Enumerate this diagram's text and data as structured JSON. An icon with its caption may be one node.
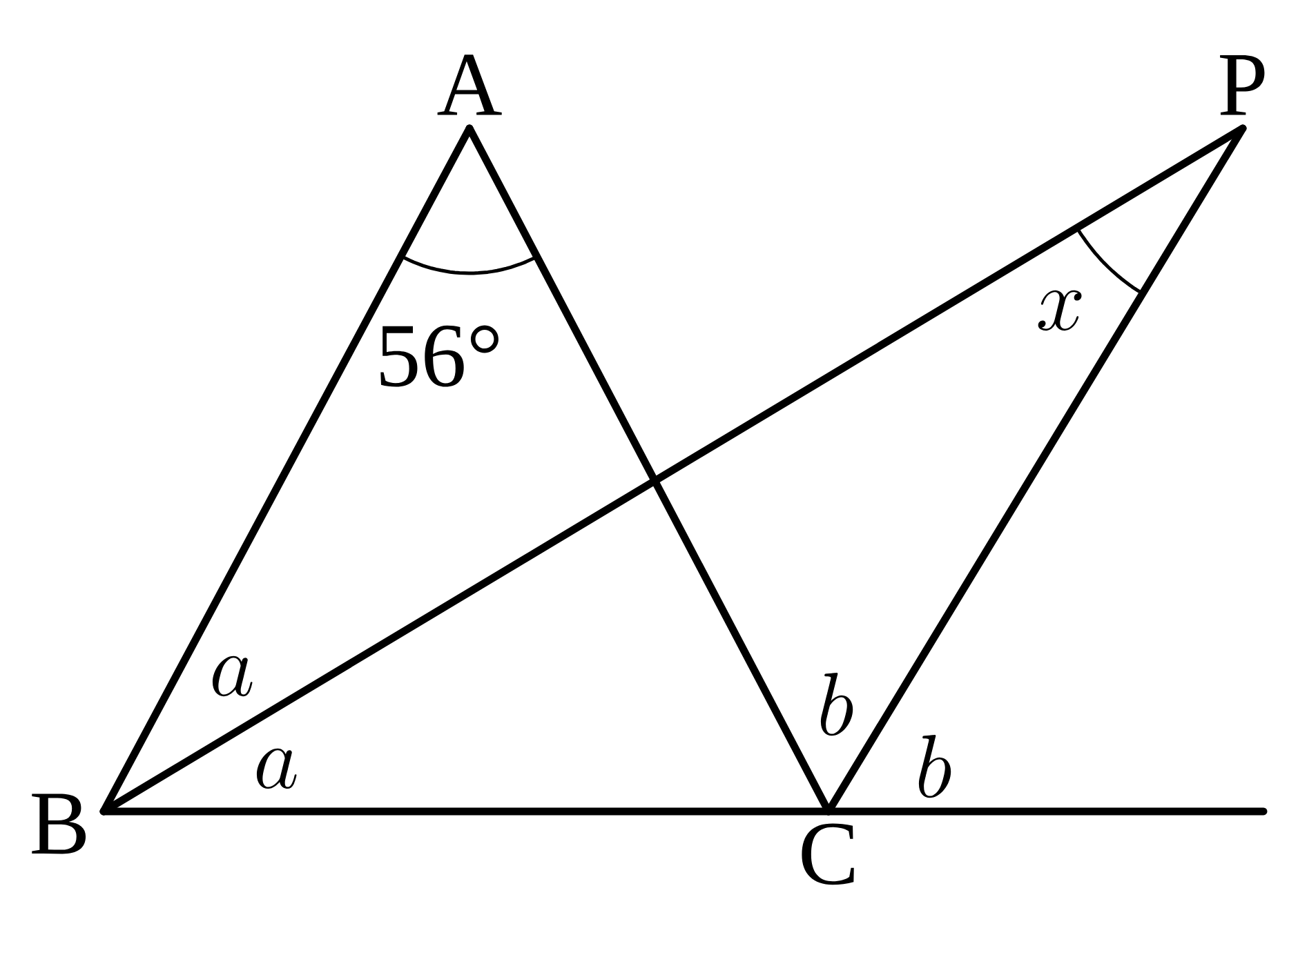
{
  "diagram": {
    "nodes": [
      {
        "text": [
          "A"
        ]
      },
      {
        "text": [
          "B"
        ]
      },
      {
        "text": [
          "C"
        ]
      },
      {
        "text": [
          "P"
        ]
      }
    ],
    "edges": [
      {
        "from": 0,
        "to": 1,
        "arrow": "none"
      },
      {
        "from": 0,
        "to": 2,
        "arrow": "none"
      },
      {
        "from": 1,
        "to": 3,
        "arrow": "none"
      },
      {
        "from": 2,
        "to": 3,
        "arrow": "none"
      },
      {
        "from": 1,
        "to": 2,
        "arrow": "none"
      },
      {
        "from": 2,
        "to": null,
        "arrow": "none"
      }
    ],
    "labels": [
      "56°",
      "x",
      "a",
      "a",
      "b",
      "b"
    ]
  }
}
